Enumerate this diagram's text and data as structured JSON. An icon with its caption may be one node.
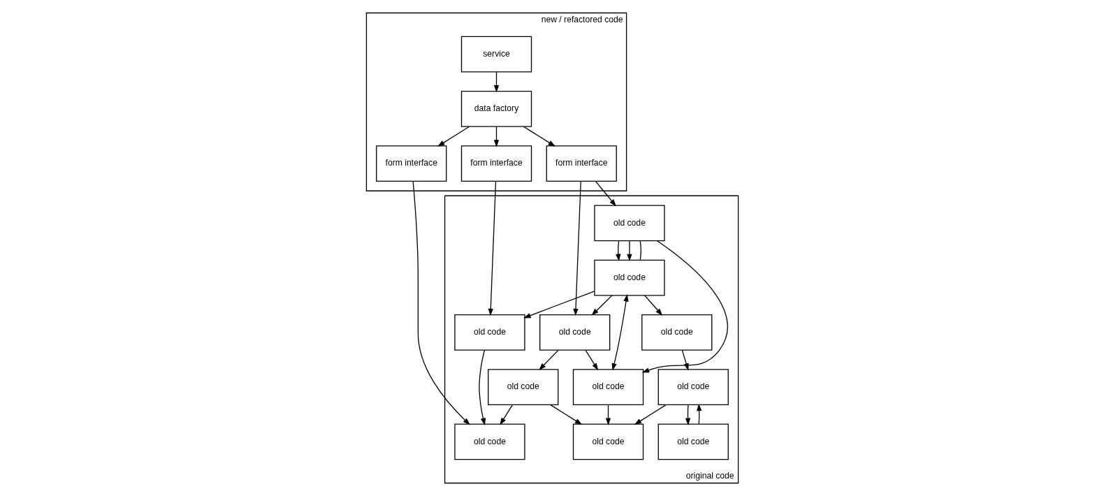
{
  "diagram": {
    "nodes": [
      {
        "text": [
          "new / refactored code"
        ]
      },
      {
        "text": [
          "form interface"
        ],
        "in": 0
      },
      {
        "text": [
          "form interface"
        ],
        "in": 0
      },
      {
        "text": [
          "form interface"
        ],
        "in": 0
      },
      {
        "text": [
          "data factory"
        ],
        "in": 0
      },
      {
        "text": [
          "service"
        ],
        "in": 0
      },
      {
        "text": [
          "original code"
        ]
      },
      {
        "text": [
          "old code"
        ],
        "in": 6
      },
      {
        "text": [
          "old code"
        ],
        "in": 6
      },
      {
        "text": [
          "old code"
        ],
        "in": 6
      },
      {
        "text": [
          "old code"
        ],
        "in": 6
      },
      {
        "text": [
          "old code"
        ],
        "in": 6
      },
      {
        "text": [
          "old code"
        ],
        "in": 6
      },
      {
        "text": [
          "old code"
        ],
        "in": 6
      },
      {
        "text": [
          "old code"
        ],
        "in": 6
      },
      {
        "text": [
          "old code"
        ],
        "in": 6
      },
      {
        "text": [
          "old code"
        ],
        "in": 6
      },
      {
        "text": [
          "old code"
        ],
        "in": 6
      }
    ],
    "edges": [
      {
        "from": 4,
        "to": 1,
        "arrow": "to"
      },
      {
        "from": 4,
        "to": 2,
        "arrow": "to"
      },
      {
        "from": 4,
        "to": 3,
        "arrow": "to"
      },
      {
        "from": 5,
        "to": 4,
        "arrow": "to"
      },
      {
        "from": 1,
        "to": 9,
        "arrow": "to"
      },
      {
        "from": 2,
        "to": 8,
        "arrow": "to"
      },
      {
        "from": 3,
        "to": 7,
        "arrow": "to"
      },
      {
        "from": 3,
        "to": 13,
        "arrow": "to"
      },
      {
        "from": 7,
        "to": 10,
        "arrow": "to"
      },
      {
        "from": 7,
        "to": 10,
        "arrow": "to"
      },
      {
        "from": 7,
        "to": 10,
        "arrow": "none"
      },
      {
        "from": 7,
        "to": 16,
        "arrow": "to"
      },
      {
        "from": 10,
        "to": 8,
        "arrow": "to"
      },
      {
        "from": 8,
        "to": 9,
        "arrow": "to"
      },
      {
        "from": 14,
        "to": 9,
        "arrow": "to"
      },
      {
        "from": 12,
        "to": 15,
        "arrow": "to"
      },
      {
        "from": 10,
        "to": 11,
        "arrow": "to"
      },
      {
        "from": 11,
        "to": 12,
        "arrow": "to"
      },
      {
        "from": 15,
        "to": 12,
        "arrow": "to"
      },
      {
        "from": 12,
        "to": 17,
        "arrow": "to"
      },
      {
        "from": 10,
        "to": 13,
        "arrow": "to"
      },
      {
        "from": 10,
        "to": 16,
        "arrow": "both"
      },
      {
        "from": 13,
        "to": 14,
        "arrow": "to"
      },
      {
        "from": 13,
        "to": 16,
        "arrow": "to"
      },
      {
        "from": 14,
        "to": 17,
        "arrow": "to"
      },
      {
        "from": 16,
        "to": 17,
        "arrow": "to"
      }
    ]
  }
}
